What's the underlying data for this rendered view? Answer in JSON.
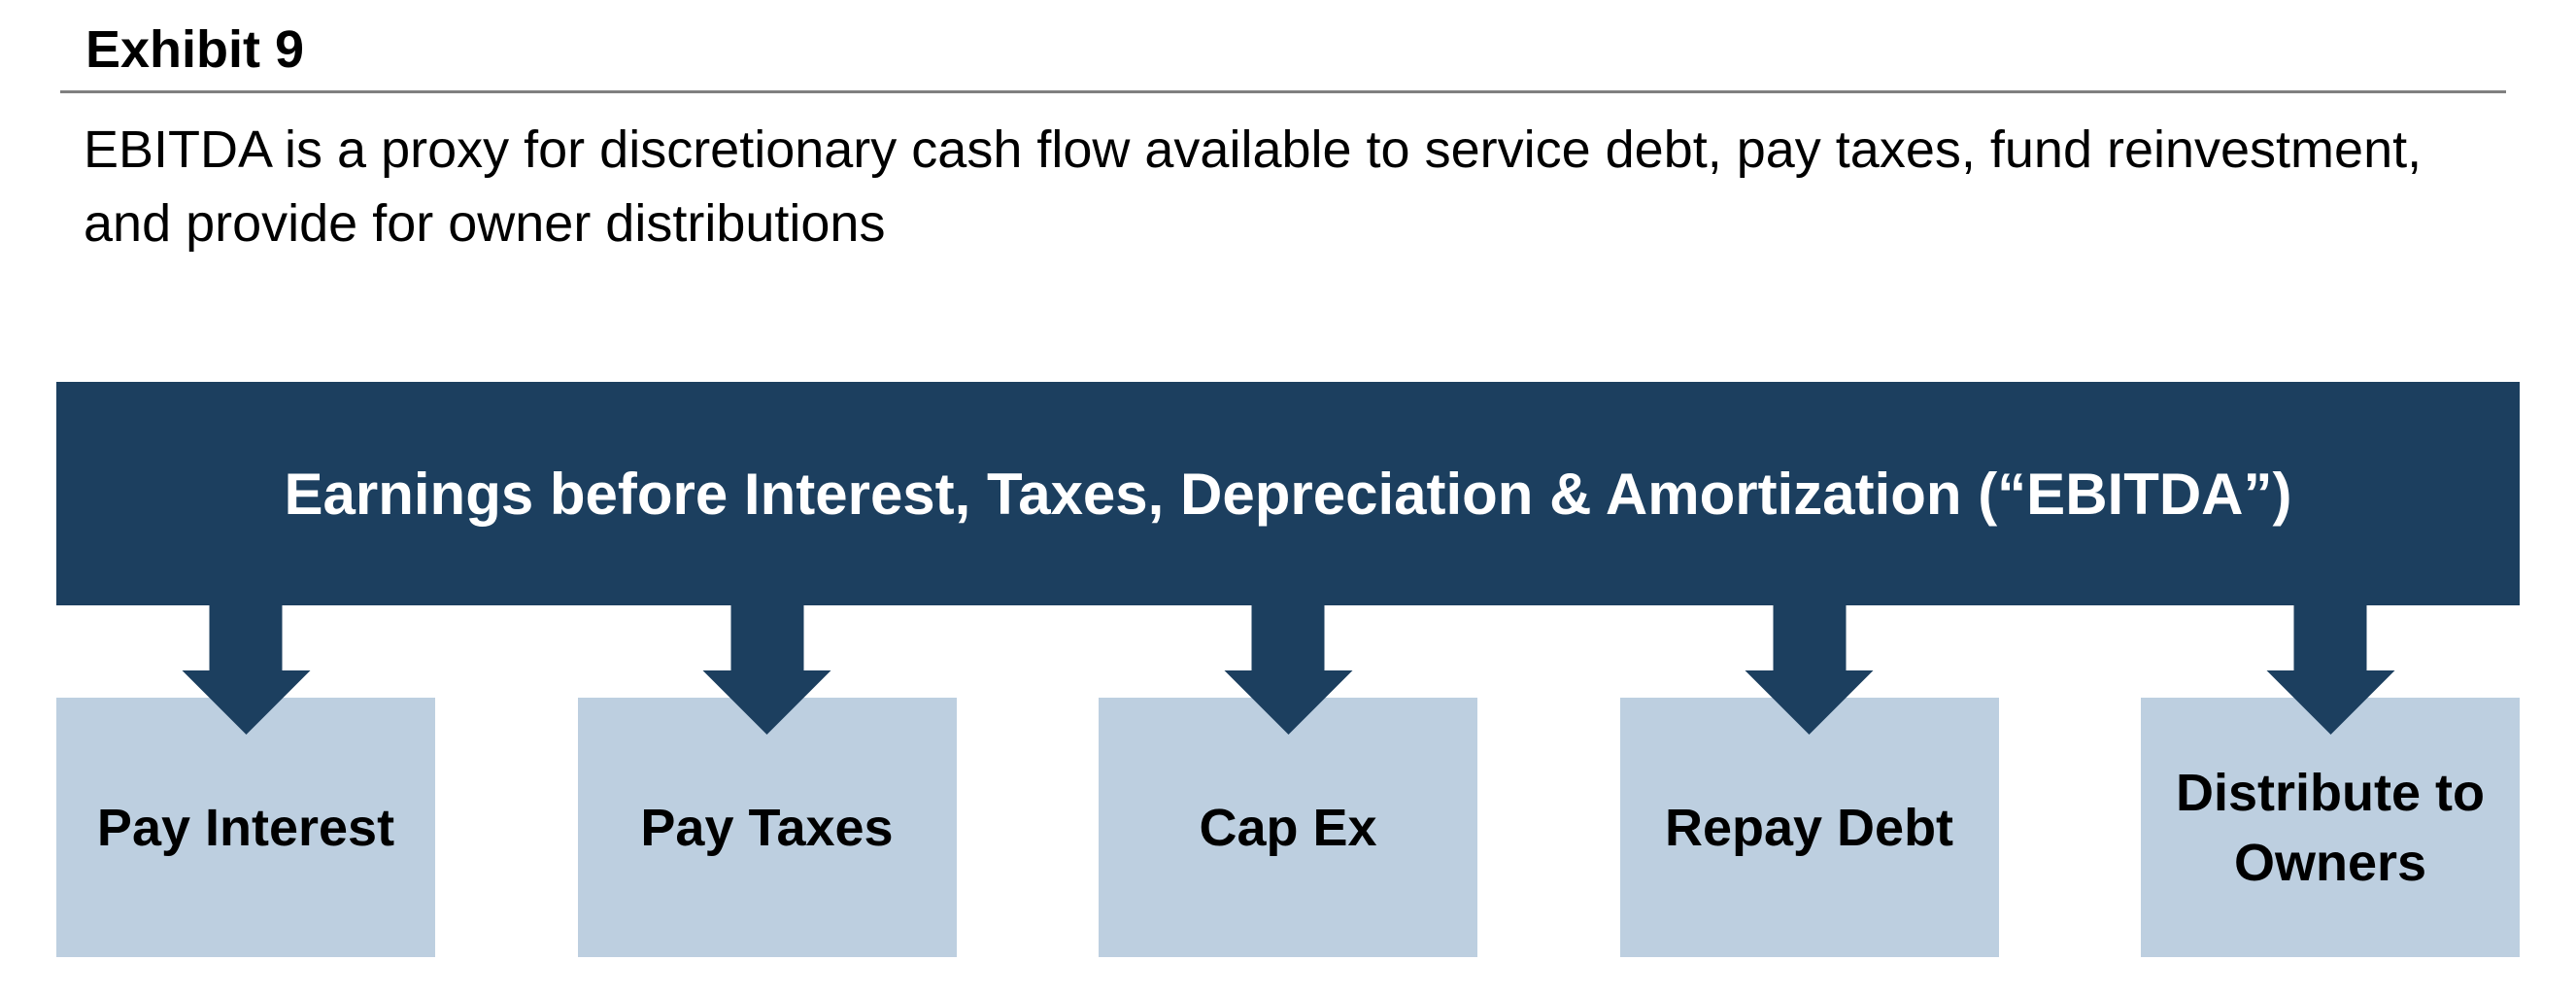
{
  "header": {
    "exhibit_label": "Exhibit 9",
    "subtitle_lines": [
      "EBITDA is a proxy for discretionary cash flow available to service debt, pay taxes, fund reinvestment,",
      "and provide for owner distributions"
    ]
  },
  "diagram": {
    "banner": {
      "label": "Earnings before Interest, Taxes, Depreciation & Amortization (“EBITDA”)"
    },
    "boxes": [
      {
        "label": "Pay Interest"
      },
      {
        "label": "Pay Taxes"
      },
      {
        "label": "Cap Ex"
      },
      {
        "label": "Repay Debt"
      },
      {
        "label": "Distribute to Owners"
      }
    ],
    "colors": {
      "banner_navy": "#1C3F5F",
      "box_light_blue": "#BDCFE0",
      "rule_gray": "#808080",
      "banner_text": "#FFFFFF",
      "body_text": "#000000"
    }
  }
}
